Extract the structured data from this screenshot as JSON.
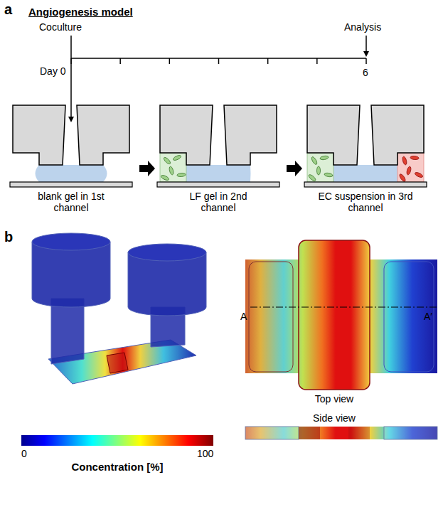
{
  "diagram": {
    "labels": [
      "a",
      "Angiogenesis model",
      "Coculture",
      "Analysis",
      "Day 0",
      "6",
      "blank gel in 1st channel",
      "LF gel in 2nd channel",
      "EC suspension in 3rd channel",
      "b",
      "A",
      "A′",
      "Top view",
      "Side view",
      "0",
      "100",
      "Concentration [%]"
    ]
  }
}
